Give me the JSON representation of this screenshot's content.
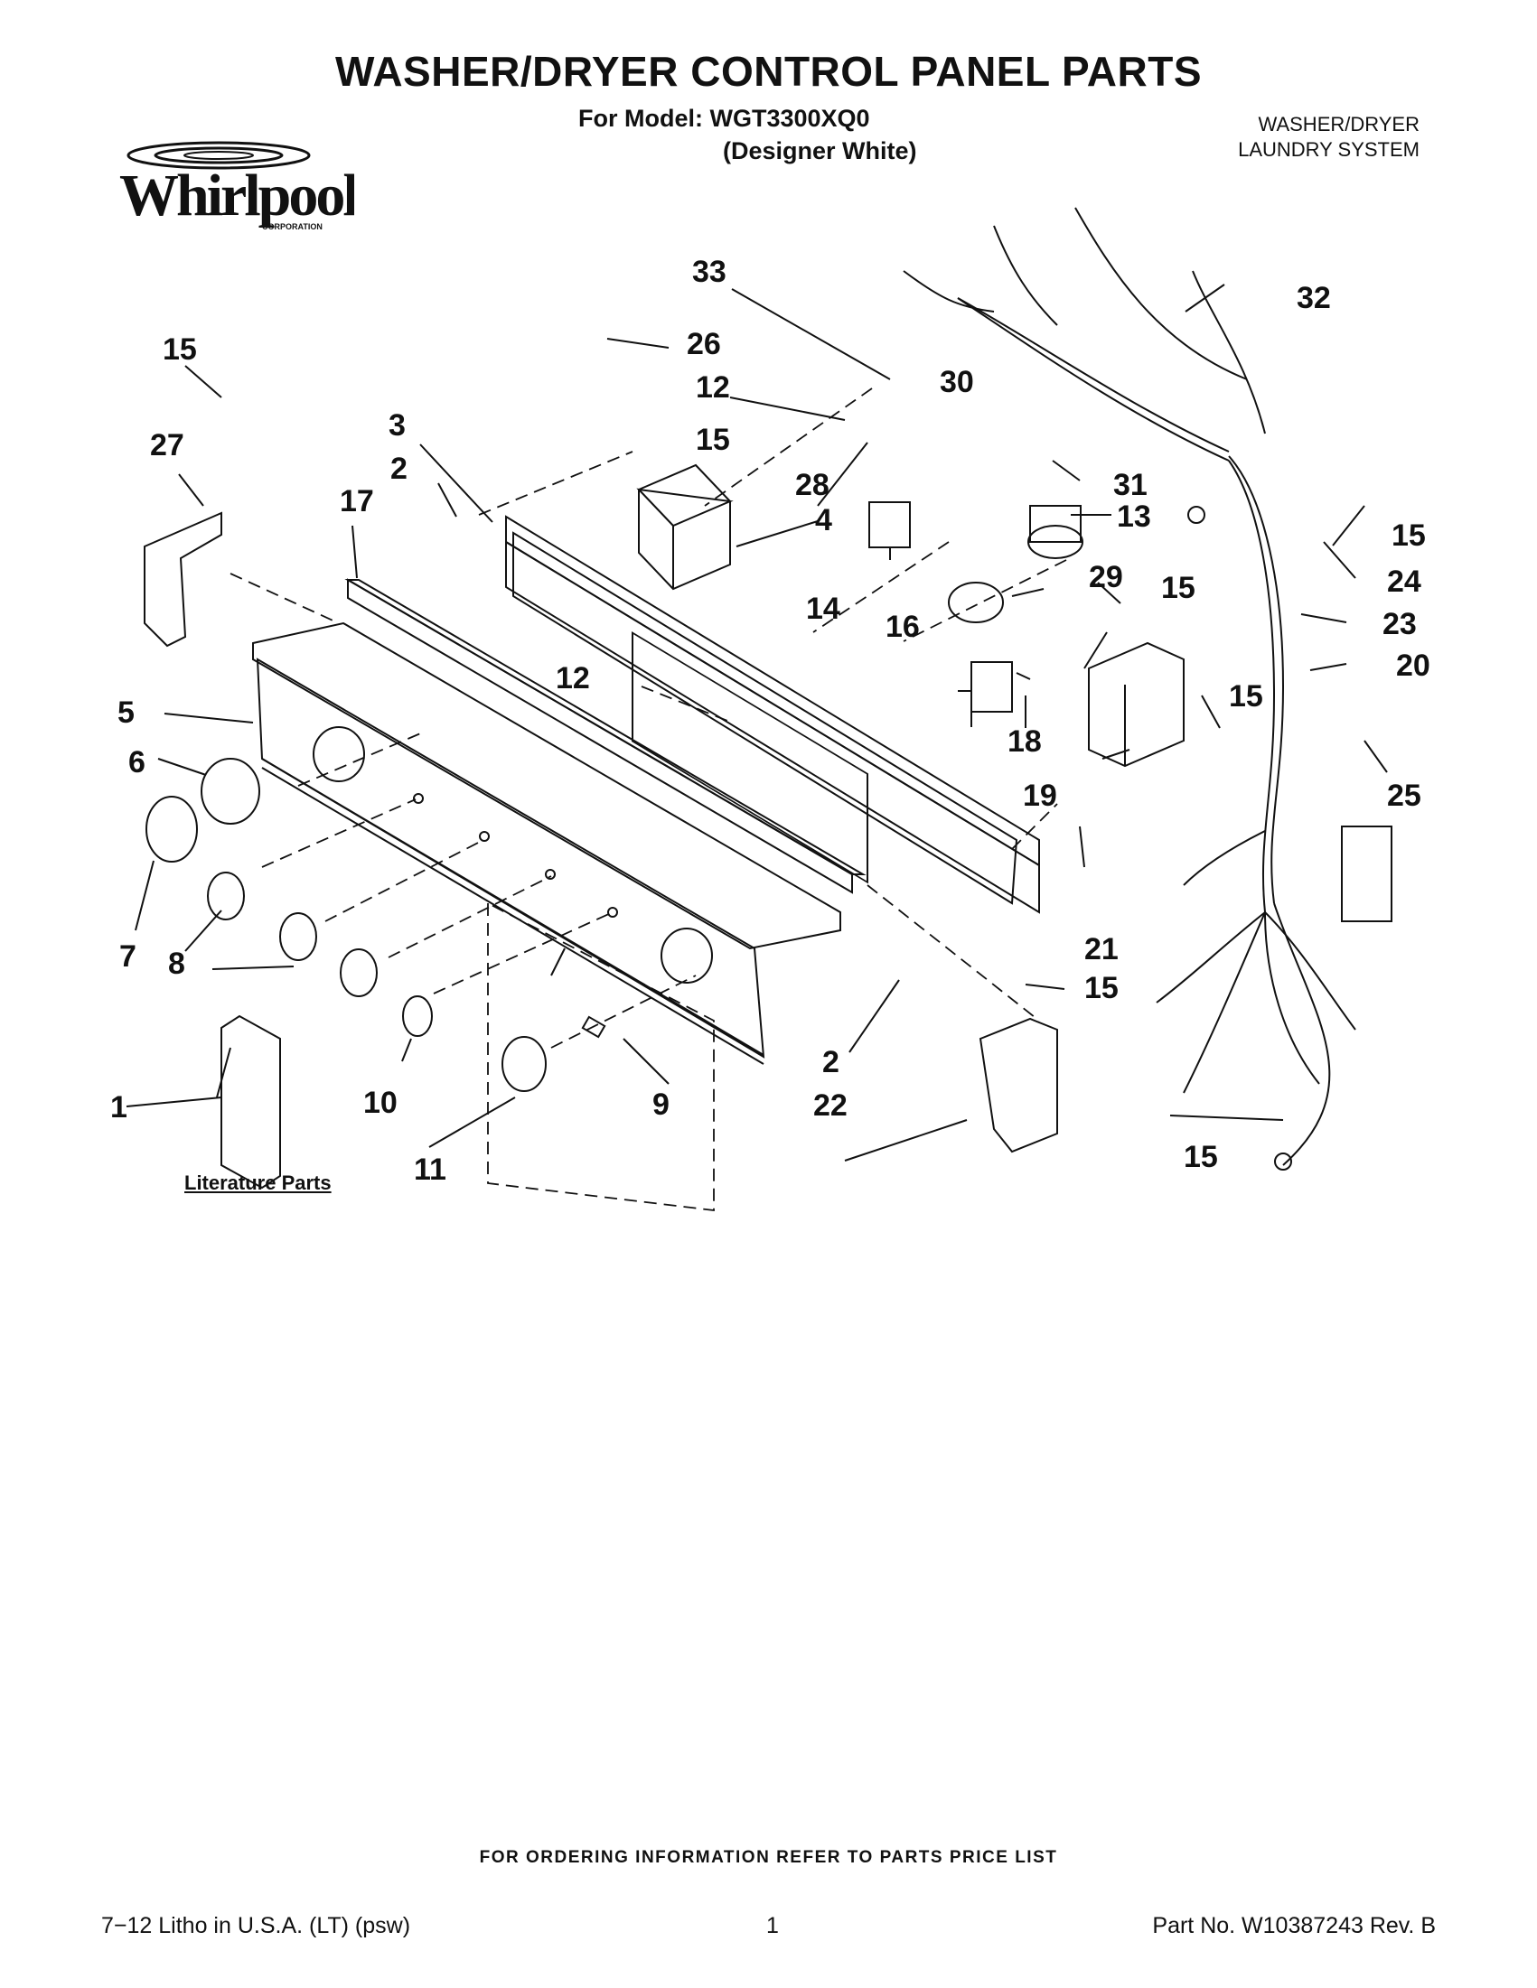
{
  "header": {
    "title": "WASHER/DRYER CONTROL PANEL PARTS",
    "model_line": "For Model: WGT3300XQ0",
    "variant_line": "(Designer White)",
    "system_line1": "WASHER/DRYER",
    "system_line2": "LAUNDRY SYSTEM"
  },
  "brand": {
    "name": "Whirlpool",
    "sub": "CORPORATION"
  },
  "callouts": [
    "33",
    "26",
    "15",
    "12",
    "30",
    "32",
    "3",
    "2",
    "27",
    "15",
    "28",
    "31",
    "15",
    "4",
    "13",
    "17",
    "24",
    "14",
    "29",
    "15",
    "16",
    "23",
    "12",
    "20",
    "5",
    "18",
    "15",
    "6",
    "19",
    "25",
    "21",
    "7",
    "8",
    "15",
    "2",
    "10",
    "9",
    "22",
    "1",
    "11",
    "15"
  ],
  "literature_label": "Literature Parts",
  "footer": {
    "ordering_note": "FOR ORDERING INFORMATION REFER TO PARTS PRICE LIST",
    "print_info": "7−12 Litho in U.S.A. (LT) (psw)",
    "page_number": "1",
    "part_number": "Part No. W10387243 Rev. B"
  }
}
